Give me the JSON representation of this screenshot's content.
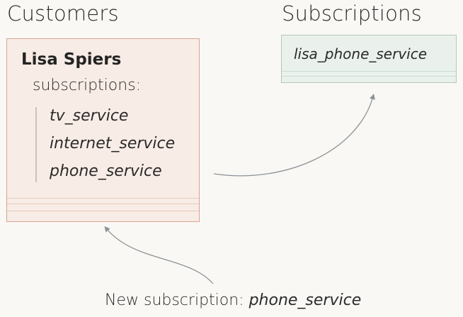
{
  "headings": {
    "customers": "Customers",
    "subscriptions": "Subscriptions"
  },
  "customer": {
    "name": "Lisa Spiers",
    "subscriptions_label": "subscriptions:",
    "subscriptions": [
      "tv_service",
      "internet_service",
      "phone_service"
    ]
  },
  "subscriptions_store": {
    "entry": "lisa_phone_service"
  },
  "caption": {
    "prefix": "New subscription: ",
    "value": "phone_service"
  },
  "colors": {
    "customers_fill": "#f8ede6",
    "customers_border": "#d9a394",
    "subscriptions_fill": "#eaf1ec",
    "subscriptions_border": "#b2c8bb",
    "arrow": "#8a9296"
  }
}
